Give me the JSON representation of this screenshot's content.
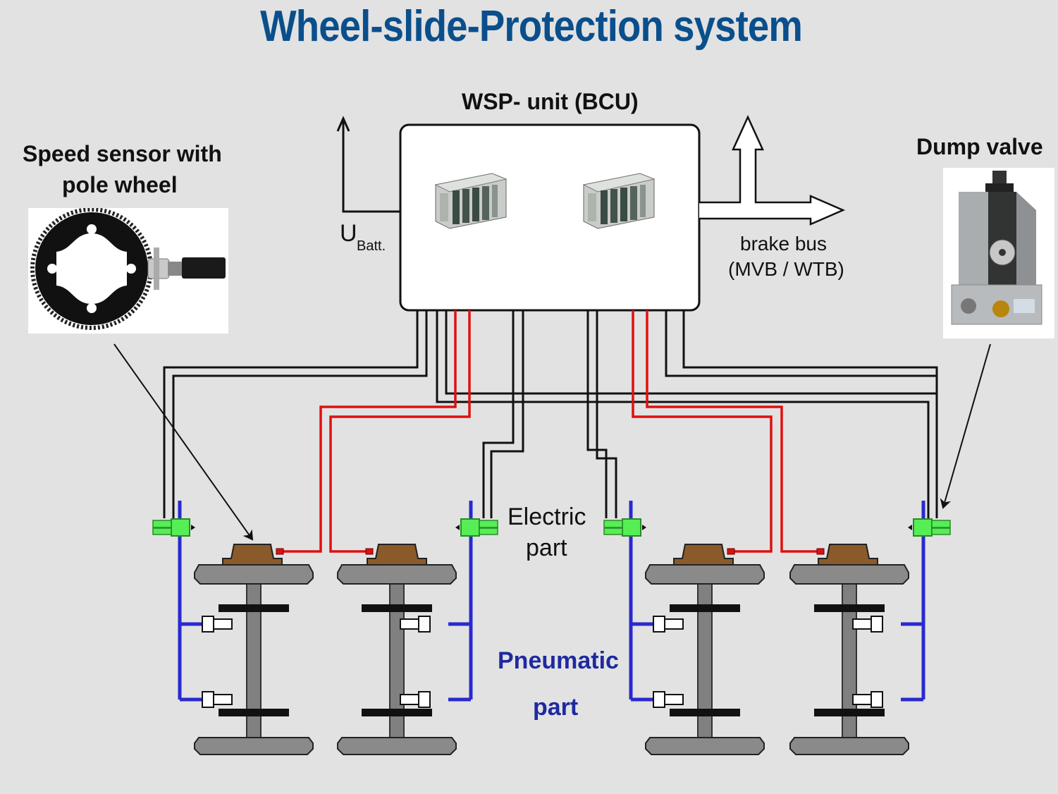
{
  "title": "Wheel-slide-Protection system",
  "labels": {
    "wsp_unit": "WSP- unit (BCU)",
    "speed_sensor_line1": "Speed sensor with",
    "speed_sensor_line2": "pole wheel",
    "dump_valve": "Dump valve",
    "u_batt_main": "U",
    "u_batt_sub": "Batt.",
    "brake_bus_line1": "brake bus",
    "brake_bus_line2": "(MVB / WTB)",
    "electric_line1": "Electric",
    "electric_line2": "part",
    "pneumatic_line1": "Pneumatic",
    "pneumatic_line2": "part"
  },
  "colors": {
    "title": "#0a4f8c",
    "electric_wire_black": "#111111",
    "sensor_wire_red": "#e01010",
    "pneumatic_pipe_blue": "#2a2ad0",
    "dump_valve_green": "#55ee55",
    "pneumatic_text": "#1e2aa0",
    "background": "#e2e2e2"
  },
  "components": {
    "wheelsets": 4,
    "dump_valves": 4,
    "speed_sensors": 4,
    "bcu_modules": 2
  },
  "icons": [
    "speed-sensor-photo",
    "dump-valve-photo",
    "bcu-module-icon",
    "arrow-up-icon",
    "hollow-arrow-icon"
  ]
}
